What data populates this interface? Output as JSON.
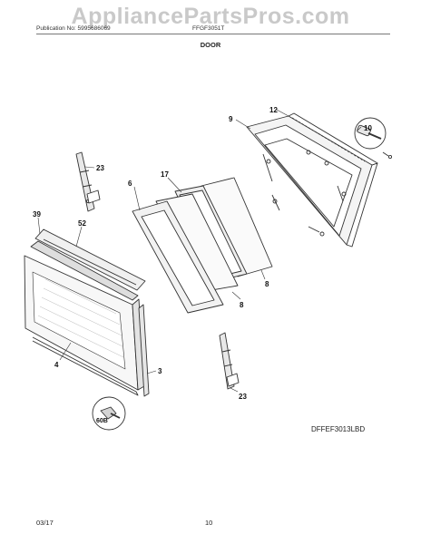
{
  "watermark": "AppliancePartsPros.com",
  "header": {
    "publication": "Publication No: 5995686069",
    "model": "FFGF3051T",
    "section": "DOOR"
  },
  "diagram_code": "DFFEF3013LBD",
  "footer": {
    "date": "03/17",
    "page": "10"
  },
  "callouts": {
    "c9": "9",
    "c12": "12",
    "c10": "10",
    "c23_top": "23",
    "c17": "17",
    "c6": "6",
    "c39": "39",
    "c52": "52",
    "c8_a": "8",
    "c8_b": "8",
    "c4": "4",
    "c3": "3",
    "c60b": "60B",
    "c23_bottom": "23"
  },
  "colors": {
    "line": "#333333",
    "fill_light": "#f2f2f2",
    "glass": "#fafafa"
  }
}
